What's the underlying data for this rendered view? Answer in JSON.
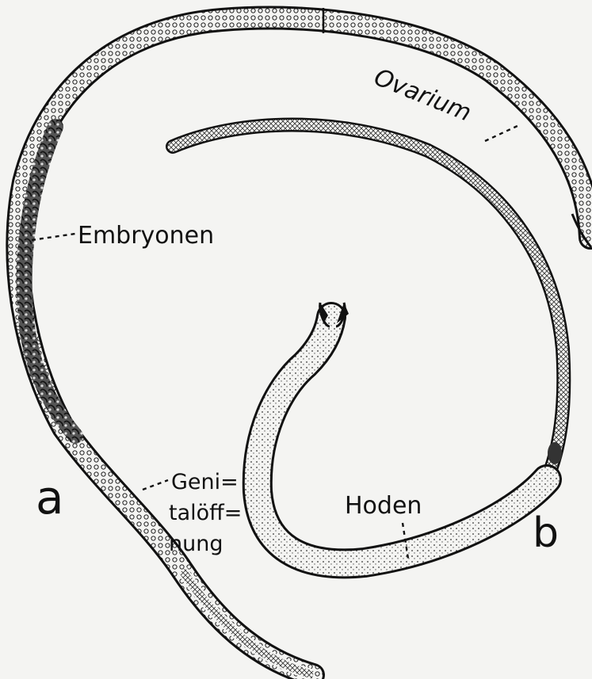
{
  "labels": {
    "ovarium": "Ovarium",
    "embryonen": "Embryonen",
    "genital_1": "Geni=",
    "genital_2": "talöff=",
    "genital_3": "nung",
    "hoden": "Hoden",
    "figure_a": "a",
    "figure_b": "b"
  },
  "colors": {
    "background": "#f4f4f2",
    "ink": "#111111"
  }
}
